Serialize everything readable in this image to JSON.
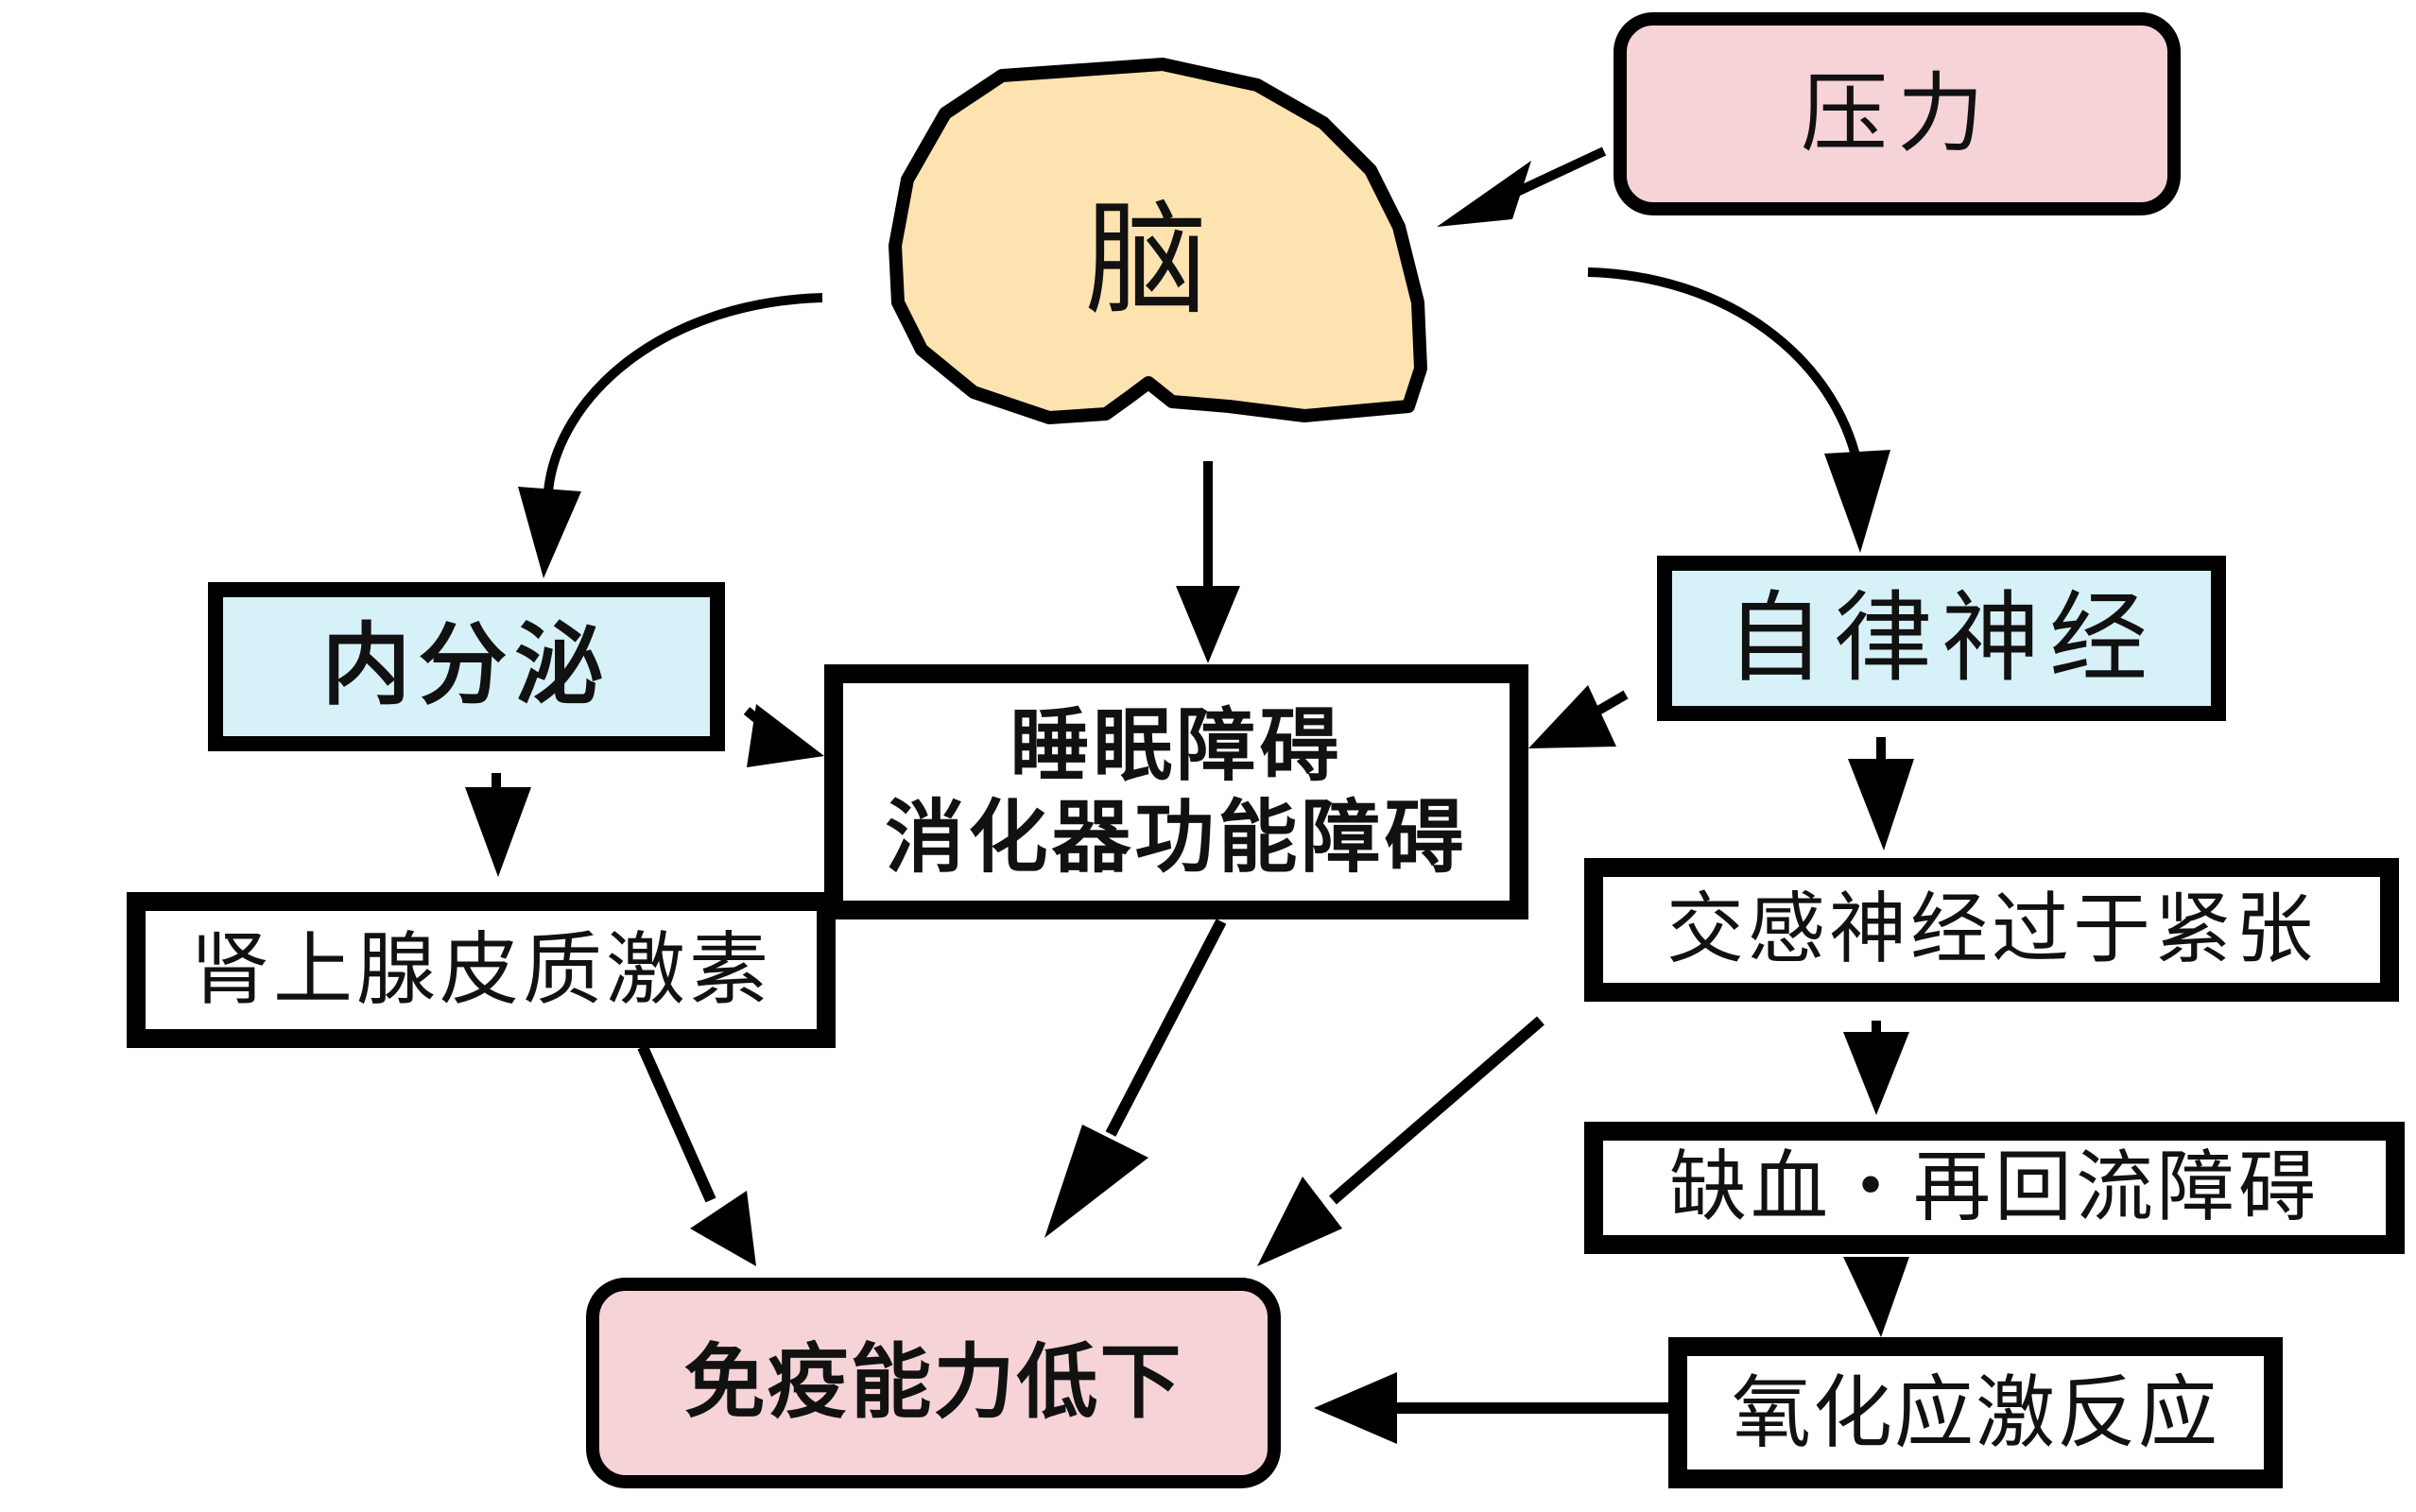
{
  "diagram": {
    "title": "压力对免疫能力的影响",
    "colors": {
      "pink_node": "#f6d3d7",
      "cyan_node": "#d6f1f7",
      "brain_fill": "#fde3b0",
      "stroke": "#000000"
    },
    "nodes": {
      "pressure": "压力",
      "brain": "脑",
      "endocrine": "内分泌",
      "autonomic": "自律神经",
      "sleep_line1": "睡眠障碍",
      "sleep_line2": "消化器功能障碍",
      "adrenal": "肾上腺皮质激素",
      "sympathetic": "交感神经过于紧张",
      "ischemia": "缺血・再回流障碍",
      "oxidative": "氧化应激反应",
      "immune": "免疫能力低下"
    },
    "edges": [
      {
        "from": "pressure",
        "to": "brain"
      },
      {
        "from": "brain",
        "to": "endocrine"
      },
      {
        "from": "brain",
        "to": "sleep"
      },
      {
        "from": "brain",
        "to": "autonomic"
      },
      {
        "from": "endocrine",
        "to": "sleep"
      },
      {
        "from": "autonomic",
        "to": "sleep"
      },
      {
        "from": "endocrine",
        "to": "adrenal"
      },
      {
        "from": "autonomic",
        "to": "sympathetic"
      },
      {
        "from": "sympathetic",
        "to": "ischemia"
      },
      {
        "from": "ischemia",
        "to": "oxidative"
      },
      {
        "from": "adrenal",
        "to": "immune"
      },
      {
        "from": "sleep",
        "to": "immune"
      },
      {
        "from": "sympathetic",
        "to": "immune"
      },
      {
        "from": "oxidative",
        "to": "immune"
      }
    ]
  }
}
